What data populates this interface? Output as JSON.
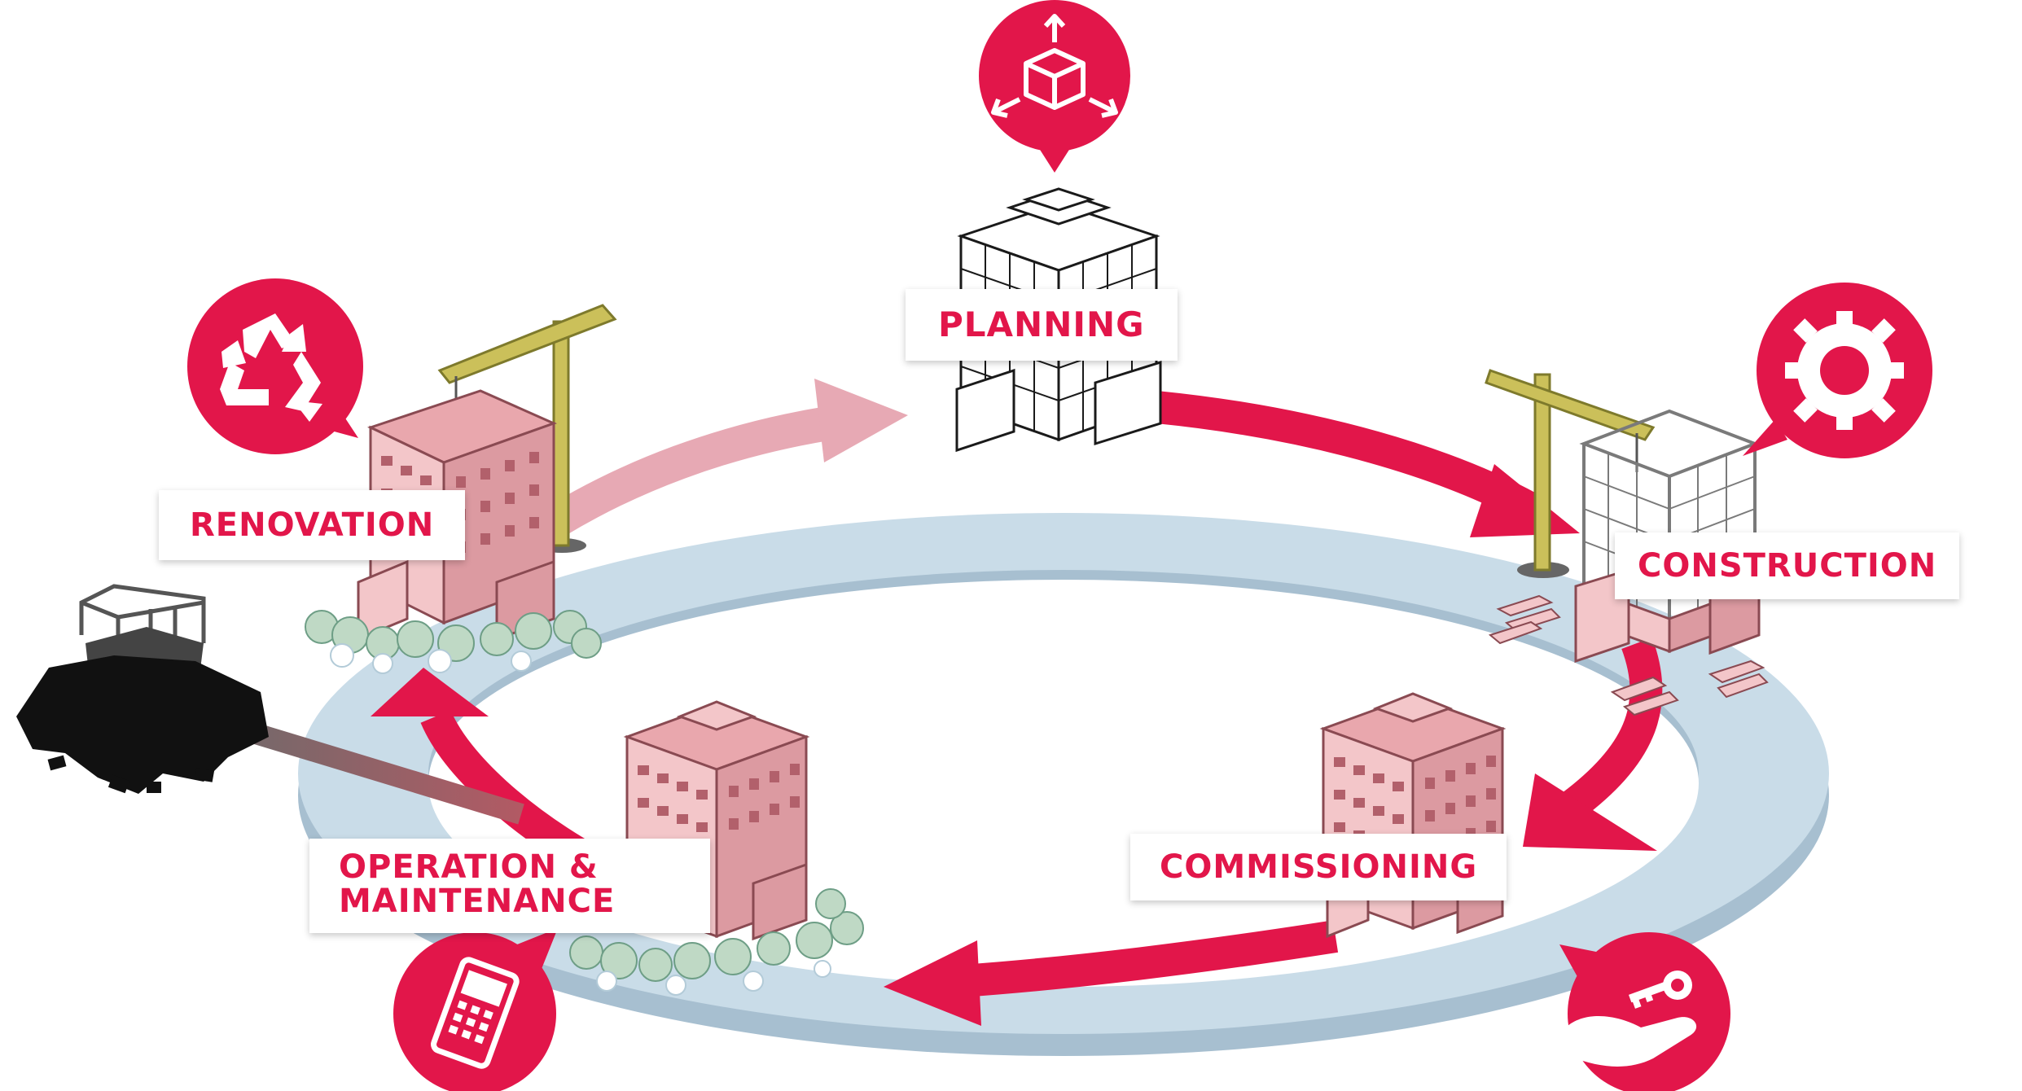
{
  "diagram": {
    "stages": {
      "planning": {
        "label": "PLANNING",
        "icon": "box-arrows-icon"
      },
      "construction": {
        "label": "CONSTRUCTION",
        "icon": "gear-icon"
      },
      "commissioning": {
        "label": "COMMISSIONING",
        "icon": "hand-key-icon"
      },
      "operation": {
        "line1": "OPERATION &",
        "line2": "MAINTENANCE",
        "icon": "tablet-icon"
      },
      "renovation": {
        "label": "RENOVATION",
        "icon": "recycle-icon"
      }
    },
    "colors": {
      "accent": "#e2164a",
      "faded_accent": "#e7a9b4",
      "ring": "#c9dce8",
      "building": "#f0b9bc",
      "crane": "#cbc05a",
      "rubble": "#111111"
    }
  }
}
